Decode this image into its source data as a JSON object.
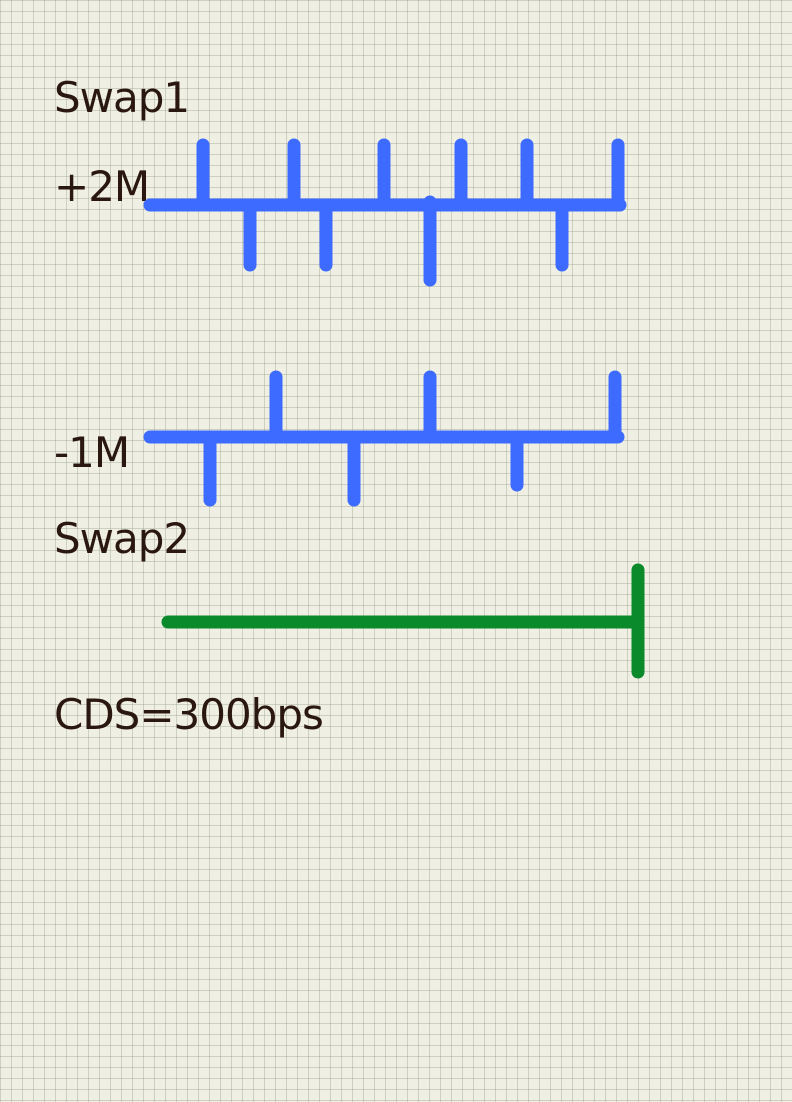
{
  "swap1": {
    "title": "Swap1",
    "leg_fixed": {
      "label": "+2M"
    },
    "leg_float": {
      "label": "-1M"
    },
    "color": "#3d6bff"
  },
  "swap2": {
    "title": "Swap2",
    "color": "#0b8a2b"
  },
  "cds": {
    "label": "CDS=300bps"
  }
}
